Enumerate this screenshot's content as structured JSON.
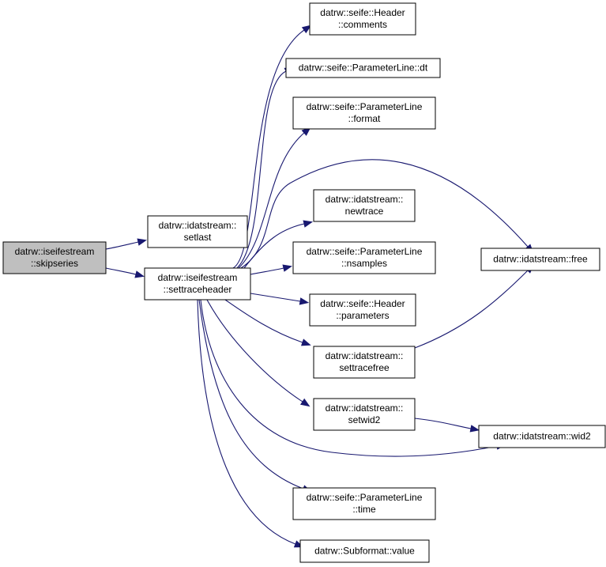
{
  "nodes": [
    {
      "id": "skipseries",
      "lines": [
        "datrw::iseifestream",
        "::skipseries"
      ]
    },
    {
      "id": "setlast",
      "lines": [
        "datrw::idatstream::",
        "setlast"
      ]
    },
    {
      "id": "settraceheader",
      "lines": [
        "datrw::iseifestream",
        "::settraceheader"
      ]
    },
    {
      "id": "comments",
      "lines": [
        "datrw::seife::Header",
        "::comments"
      ]
    },
    {
      "id": "dt",
      "lines": [
        "datrw::seife::ParameterLine::dt"
      ]
    },
    {
      "id": "format",
      "lines": [
        "datrw::seife::ParameterLine",
        "::format"
      ]
    },
    {
      "id": "newtrace",
      "lines": [
        "datrw::idatstream::",
        "newtrace"
      ]
    },
    {
      "id": "nsamples",
      "lines": [
        "datrw::seife::ParameterLine",
        "::nsamples"
      ]
    },
    {
      "id": "parameters",
      "lines": [
        "datrw::seife::Header",
        "::parameters"
      ]
    },
    {
      "id": "settracefree",
      "lines": [
        "datrw::idatstream::",
        "settracefree"
      ]
    },
    {
      "id": "setwid2",
      "lines": [
        "datrw::idatstream::",
        "setwid2"
      ]
    },
    {
      "id": "time",
      "lines": [
        "datrw::seife::ParameterLine",
        "::time"
      ]
    },
    {
      "id": "value",
      "lines": [
        "datrw::Subformat::value"
      ]
    },
    {
      "id": "free",
      "lines": [
        "datrw::idatstream::free"
      ]
    },
    {
      "id": "wid2",
      "lines": [
        "datrw::idatstream::wid2"
      ]
    }
  ],
  "edges": [
    {
      "from": "skipseries",
      "to": "setlast"
    },
    {
      "from": "skipseries",
      "to": "settraceheader"
    },
    {
      "from": "settraceheader",
      "to": "comments"
    },
    {
      "from": "settraceheader",
      "to": "dt"
    },
    {
      "from": "settraceheader",
      "to": "format"
    },
    {
      "from": "settraceheader",
      "to": "free"
    },
    {
      "from": "settraceheader",
      "to": "newtrace"
    },
    {
      "from": "settraceheader",
      "to": "nsamples"
    },
    {
      "from": "settraceheader",
      "to": "parameters"
    },
    {
      "from": "settraceheader",
      "to": "settracefree"
    },
    {
      "from": "settraceheader",
      "to": "setwid2"
    },
    {
      "from": "settraceheader",
      "to": "wid2"
    },
    {
      "from": "settraceheader",
      "to": "time"
    },
    {
      "from": "settraceheader",
      "to": "value"
    },
    {
      "from": "settracefree",
      "to": "free"
    },
    {
      "from": "setwid2",
      "to": "wid2"
    }
  ],
  "colors": {
    "edge": "#191970",
    "root_fill": "#bfbfbf",
    "node_fill": "#ffffff",
    "node_border": "#000000"
  }
}
